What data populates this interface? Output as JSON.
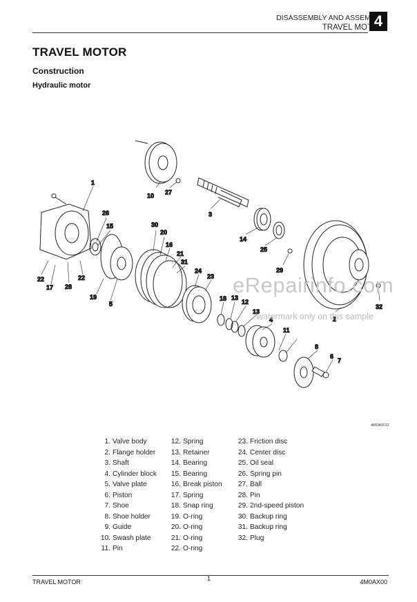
{
  "header": {
    "section": "DISASSEMBLY AND ASSEMBLY",
    "topic": "TRAVEL MOTOR",
    "chapter": "4"
  },
  "page_title": "TRAVEL MOTOR",
  "subtitle": "Construction",
  "subsubtitle": "Hydraulic motor",
  "watermark": {
    "site": "eRepairinfo.com",
    "note": "watermark only on this sample"
  },
  "figure_code": "4M0A0012",
  "callouts": [
    "1",
    "2",
    "3",
    "4",
    "5",
    "6",
    "7",
    "8",
    "10",
    "11",
    "12",
    "13",
    "13",
    "14",
    "15",
    "16",
    "17",
    "18",
    "19",
    "20",
    "21",
    "22",
    "22",
    "23",
    "24",
    "25",
    "26",
    "27",
    "28",
    "29",
    "30",
    "31",
    "32"
  ],
  "legend": {
    "col1": [
      {
        "n": "1.",
        "t": "Valve body"
      },
      {
        "n": "2.",
        "t": "Flange holder"
      },
      {
        "n": "3.",
        "t": "Shaft"
      },
      {
        "n": "4.",
        "t": "Cylinder block"
      },
      {
        "n": "5.",
        "t": "Valve plate"
      },
      {
        "n": "6.",
        "t": "Piston"
      },
      {
        "n": "7.",
        "t": "Shoe"
      },
      {
        "n": "8.",
        "t": "Shoe holder"
      },
      {
        "n": "9.",
        "t": "Guide"
      },
      {
        "n": "10.",
        "t": "Swash plate"
      },
      {
        "n": "11.",
        "t": "Pin"
      }
    ],
    "col2": [
      {
        "n": "12.",
        "t": "Spring"
      },
      {
        "n": "13.",
        "t": "Retainer"
      },
      {
        "n": "14.",
        "t": "Bearing"
      },
      {
        "n": "15.",
        "t": "Bearing"
      },
      {
        "n": "16.",
        "t": "Break piston"
      },
      {
        "n": "17.",
        "t": "Spring"
      },
      {
        "n": "18.",
        "t": "Snap ring"
      },
      {
        "n": "19.",
        "t": "O-ring"
      },
      {
        "n": "20.",
        "t": "O-ring"
      },
      {
        "n": "21.",
        "t": "O-ring"
      },
      {
        "n": "22.",
        "t": "O-ring"
      }
    ],
    "col3": [
      {
        "n": "23.",
        "t": "Friction disc"
      },
      {
        "n": "24.",
        "t": "Center disc"
      },
      {
        "n": "25.",
        "t": "Oil seal"
      },
      {
        "n": "26.",
        "t": "Spring pin"
      },
      {
        "n": "27.",
        "t": "Ball"
      },
      {
        "n": "28.",
        "t": "Pin"
      },
      {
        "n": "29.",
        "t": "2nd-speed piston"
      },
      {
        "n": "30.",
        "t": "Backup ring"
      },
      {
        "n": "31.",
        "t": "Backup ring"
      },
      {
        "n": "32.",
        "t": "Plug"
      }
    ]
  },
  "footer": {
    "left": "TRAVEL MOTOR",
    "page": "1",
    "code": "4M0AX00"
  }
}
